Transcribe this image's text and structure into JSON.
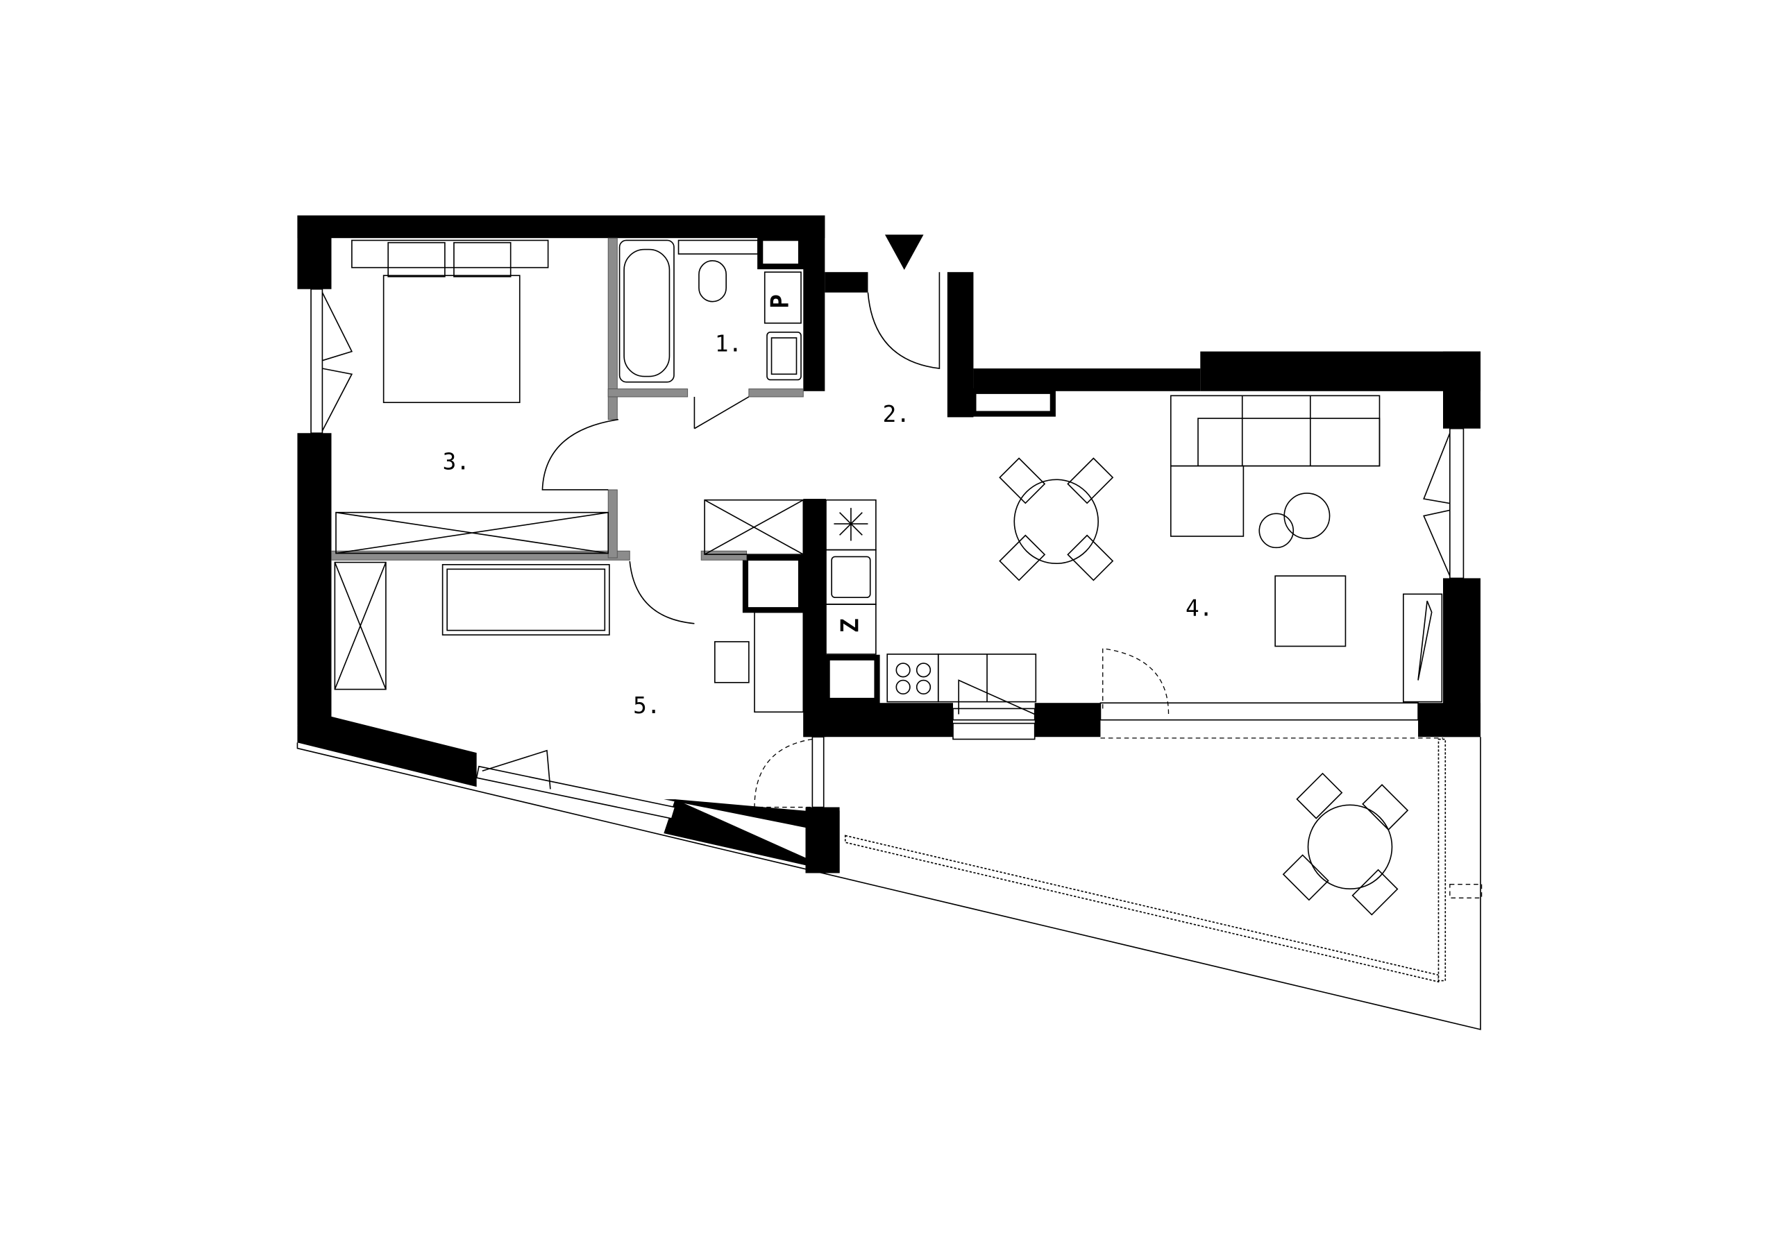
{
  "plan": {
    "rooms": [
      {
        "id": "bathroom",
        "label": "1."
      },
      {
        "id": "hall",
        "label": "2."
      },
      {
        "id": "bedroom-main",
        "label": "3."
      },
      {
        "id": "living-kitchen",
        "label": "4."
      },
      {
        "id": "bedroom-small",
        "label": "5."
      }
    ],
    "fixtures": {
      "washer_label": "P",
      "fridge_label": "Z"
    },
    "entrance_marker": "entrance-triangle",
    "colors": {
      "wall": "#000000",
      "partition": "#8c8c8c",
      "background": "#ffffff"
    }
  }
}
